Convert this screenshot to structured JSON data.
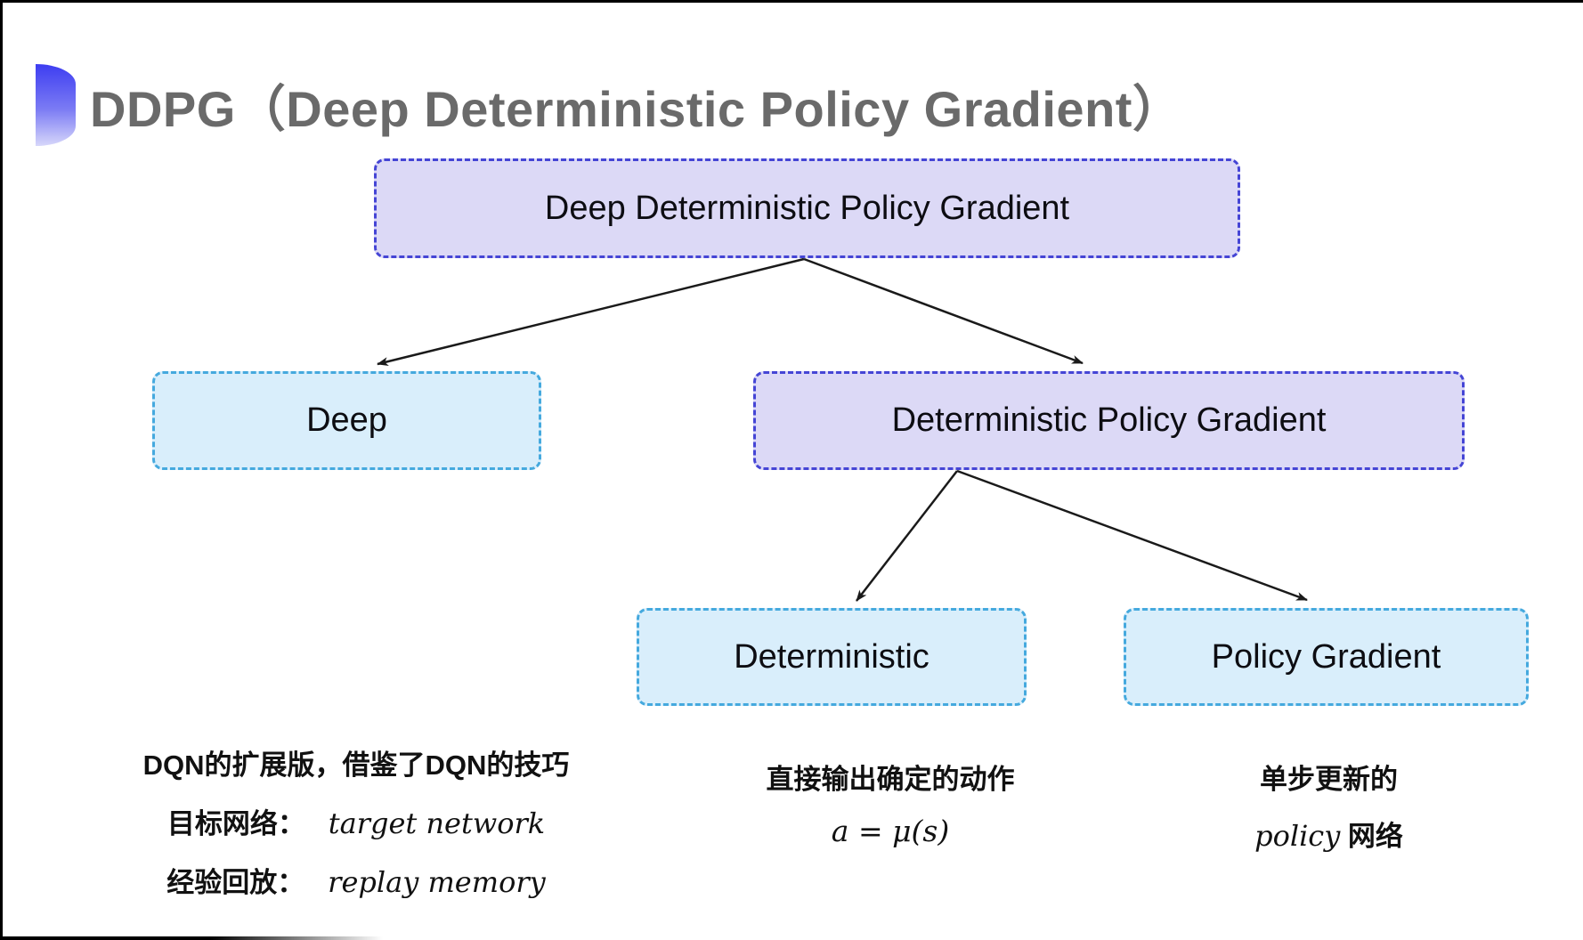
{
  "title": "DDPG（Deep Deterministic Policy Gradient）",
  "nodes": {
    "root": {
      "label": "Deep Deterministic Policy Gradient",
      "variant": "purple"
    },
    "deep": {
      "label": "Deep",
      "variant": "cyan"
    },
    "dpg": {
      "label": "Deterministic Policy Gradient",
      "variant": "purple"
    },
    "deterministic": {
      "label": "Deterministic",
      "variant": "cyan"
    },
    "policy_gradient": {
      "label": "Policy Gradient",
      "variant": "cyan"
    }
  },
  "notes": {
    "col1": {
      "line1": "DQN的扩展版，借鉴了DQN的技巧",
      "line2_cn": "目标网络：",
      "line2_en": "target network",
      "line3_cn": "经验回放：",
      "line3_en": "replay memory"
    },
    "col2": {
      "line1": "直接输出确定的动作",
      "line2_math": "a = μ(s)"
    },
    "col3": {
      "line1": "单步更新的",
      "line2_en": "policy",
      "line2_cn": " 网络"
    }
  },
  "colors": {
    "purple_fill": "#dcd9f6",
    "purple_border": "#4545d5",
    "cyan_fill": "#d9eefb",
    "cyan_border": "#45a9de",
    "title_gray": "#6a6a6a",
    "bullet_blue_top": "#3d3df1",
    "bullet_blue_bottom": "#d7d7fa",
    "arrow": "#1a1a1a"
  }
}
